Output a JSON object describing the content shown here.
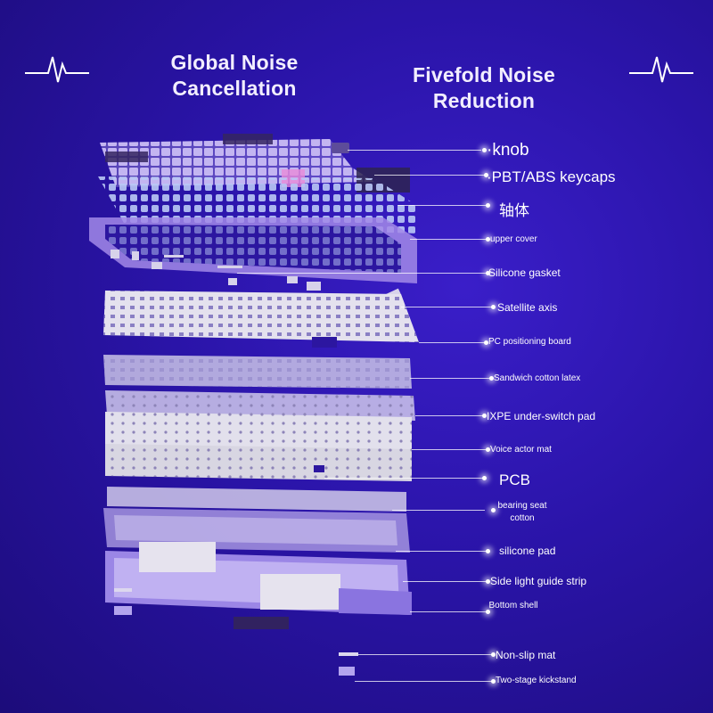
{
  "headings": {
    "left": "Global Noise Cancellation",
    "right": "Fivefold Noise Reduction"
  },
  "icons": {
    "pulse_left": "heartbeat-pulse-icon",
    "pulse_right": "heartbeat-pulse-icon"
  },
  "colors": {
    "background": "#2a14a8",
    "keycap_lavender": "#c7b8f2",
    "keycap_dark": "#3a2a6a",
    "plate_white": "#e6e3ef",
    "frame_purple": "#8d74e0"
  },
  "components": [
    {
      "label": "·knob"
    },
    {
      "label": "·PBT/ABS keycaps"
    },
    {
      "label": "轴体"
    },
    {
      "label": "upper cover"
    },
    {
      "label": "Silicone gasket"
    },
    {
      "label": "Satellite axis"
    },
    {
      "label": "PC positioning board"
    },
    {
      "label": "Sandwich cotton latex"
    },
    {
      "label": "IXPE under-switch pad"
    },
    {
      "label": "Voice actor mat"
    },
    {
      "label": "PCB"
    },
    {
      "label": "bearing seat cotton"
    },
    {
      "label": "silicone pad"
    },
    {
      "label": "Side light guide strip"
    },
    {
      "label": "Bottom shell"
    },
    {
      "label": "Non-slip mat"
    },
    {
      "label": "Two-stage kickstand"
    }
  ]
}
